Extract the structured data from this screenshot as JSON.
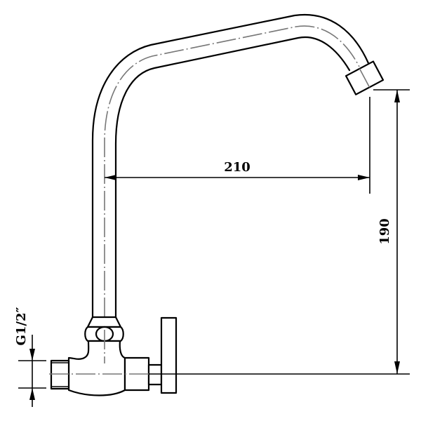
{
  "drawing": {
    "subject": "Wall-mounted faucet with swivel spout",
    "dimensions": {
      "horizontal_reach": {
        "label": "210",
        "orientation": "horizontal"
      },
      "vertical_height": {
        "label": "190",
        "orientation": "vertical"
      },
      "thread_size": {
        "label": "G1/2″",
        "orientation": "vertical"
      }
    },
    "colors": {
      "outline": "#000000",
      "centerline": "#777777",
      "background": "#ffffff"
    }
  }
}
